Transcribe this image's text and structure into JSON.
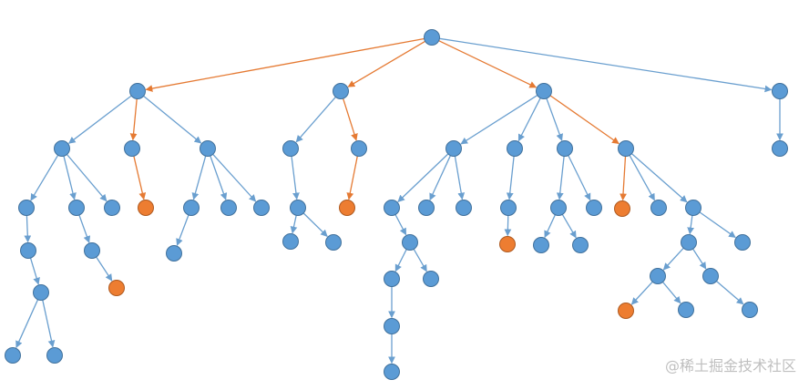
{
  "colors": {
    "normal_node_fill": "#5b9bd5",
    "normal_node_stroke": "#41719c",
    "highlight_node_fill": "#ed7d31",
    "highlight_node_stroke": "#ae5a21",
    "normal_edge": "#6a9fcf",
    "highlight_edge": "#e57a33"
  },
  "tree": {
    "nodes": [
      {
        "id": "root",
        "state": "normal"
      },
      {
        "id": "a",
        "state": "normal"
      },
      {
        "id": "b",
        "state": "normal"
      },
      {
        "id": "c",
        "state": "normal"
      },
      {
        "id": "d",
        "state": "normal"
      },
      {
        "id": "a1",
        "state": "normal"
      },
      {
        "id": "a2",
        "state": "normal"
      },
      {
        "id": "a3",
        "state": "normal"
      },
      {
        "id": "a1a",
        "state": "normal"
      },
      {
        "id": "a1b",
        "state": "normal"
      },
      {
        "id": "a1c",
        "state": "normal"
      },
      {
        "id": "a1a1",
        "state": "normal"
      },
      {
        "id": "a1a1a",
        "state": "normal"
      },
      {
        "id": "a1a1a1",
        "state": "normal"
      },
      {
        "id": "a1a1a2",
        "state": "normal"
      },
      {
        "id": "a1b1",
        "state": "normal"
      },
      {
        "id": "a1b1a",
        "state": "target"
      },
      {
        "id": "a2a",
        "state": "target"
      },
      {
        "id": "a3a",
        "state": "normal"
      },
      {
        "id": "a3b",
        "state": "normal"
      },
      {
        "id": "a3c",
        "state": "normal"
      },
      {
        "id": "a3a1",
        "state": "normal"
      },
      {
        "id": "b1",
        "state": "normal"
      },
      {
        "id": "b2",
        "state": "normal"
      },
      {
        "id": "b1a",
        "state": "normal"
      },
      {
        "id": "b1a1",
        "state": "normal"
      },
      {
        "id": "b1a2",
        "state": "normal"
      },
      {
        "id": "b2a",
        "state": "target"
      },
      {
        "id": "c1",
        "state": "normal"
      },
      {
        "id": "c2",
        "state": "normal"
      },
      {
        "id": "c3",
        "state": "normal"
      },
      {
        "id": "c4",
        "state": "normal"
      },
      {
        "id": "c1a",
        "state": "normal"
      },
      {
        "id": "c1b",
        "state": "normal"
      },
      {
        "id": "c1c",
        "state": "normal"
      },
      {
        "id": "c1a1",
        "state": "normal"
      },
      {
        "id": "c1a1a",
        "state": "normal"
      },
      {
        "id": "c1a1b",
        "state": "normal"
      },
      {
        "id": "c1a1a1",
        "state": "normal"
      },
      {
        "id": "c1a1a1a",
        "state": "normal"
      },
      {
        "id": "c2a",
        "state": "normal"
      },
      {
        "id": "c2a1",
        "state": "target"
      },
      {
        "id": "c3a",
        "state": "normal"
      },
      {
        "id": "c3b",
        "state": "normal"
      },
      {
        "id": "c3a1",
        "state": "normal"
      },
      {
        "id": "c3a2",
        "state": "normal"
      },
      {
        "id": "c4a",
        "state": "target"
      },
      {
        "id": "c4b",
        "state": "normal"
      },
      {
        "id": "c4c",
        "state": "normal"
      },
      {
        "id": "c4c1",
        "state": "normal"
      },
      {
        "id": "c4c2",
        "state": "normal"
      },
      {
        "id": "c4c1a",
        "state": "normal"
      },
      {
        "id": "c4c1b",
        "state": "normal"
      },
      {
        "id": "c4c1a1",
        "state": "target"
      },
      {
        "id": "c4c1a2",
        "state": "normal"
      },
      {
        "id": "c4c1b1",
        "state": "normal"
      },
      {
        "id": "d1",
        "state": "normal"
      }
    ],
    "edges": [
      {
        "from": "root",
        "to": "a",
        "state": "highlight"
      },
      {
        "from": "root",
        "to": "b",
        "state": "highlight"
      },
      {
        "from": "root",
        "to": "c",
        "state": "highlight"
      },
      {
        "from": "root",
        "to": "d",
        "state": "normal"
      },
      {
        "from": "a",
        "to": "a1",
        "state": "normal"
      },
      {
        "from": "a",
        "to": "a2",
        "state": "highlight"
      },
      {
        "from": "a",
        "to": "a3",
        "state": "normal"
      },
      {
        "from": "a1",
        "to": "a1a",
        "state": "normal"
      },
      {
        "from": "a1",
        "to": "a1b",
        "state": "normal"
      },
      {
        "from": "a1",
        "to": "a1c",
        "state": "normal"
      },
      {
        "from": "a1a",
        "to": "a1a1",
        "state": "normal"
      },
      {
        "from": "a1a1",
        "to": "a1a1a",
        "state": "normal"
      },
      {
        "from": "a1a1a",
        "to": "a1a1a1",
        "state": "normal"
      },
      {
        "from": "a1a1a",
        "to": "a1a1a2",
        "state": "normal"
      },
      {
        "from": "a1b",
        "to": "a1b1",
        "state": "normal"
      },
      {
        "from": "a1b1",
        "to": "a1b1a",
        "state": "normal"
      },
      {
        "from": "a2",
        "to": "a2a",
        "state": "highlight"
      },
      {
        "from": "a3",
        "to": "a3a",
        "state": "normal"
      },
      {
        "from": "a3",
        "to": "a3b",
        "state": "normal"
      },
      {
        "from": "a3",
        "to": "a3c",
        "state": "normal"
      },
      {
        "from": "a3a",
        "to": "a3a1",
        "state": "normal"
      },
      {
        "from": "b",
        "to": "b1",
        "state": "normal"
      },
      {
        "from": "b",
        "to": "b2",
        "state": "highlight"
      },
      {
        "from": "b1",
        "to": "b1a",
        "state": "normal"
      },
      {
        "from": "b1a",
        "to": "b1a1",
        "state": "normal"
      },
      {
        "from": "b1a",
        "to": "b1a2",
        "state": "normal"
      },
      {
        "from": "b2",
        "to": "b2a",
        "state": "highlight"
      },
      {
        "from": "c",
        "to": "c1",
        "state": "normal"
      },
      {
        "from": "c",
        "to": "c2",
        "state": "normal"
      },
      {
        "from": "c",
        "to": "c3",
        "state": "normal"
      },
      {
        "from": "c",
        "to": "c4",
        "state": "highlight"
      },
      {
        "from": "c1",
        "to": "c1a",
        "state": "normal"
      },
      {
        "from": "c1",
        "to": "c1b",
        "state": "normal"
      },
      {
        "from": "c1",
        "to": "c1c",
        "state": "normal"
      },
      {
        "from": "c1a",
        "to": "c1a1",
        "state": "normal"
      },
      {
        "from": "c1a1",
        "to": "c1a1a",
        "state": "normal"
      },
      {
        "from": "c1a1",
        "to": "c1a1b",
        "state": "normal"
      },
      {
        "from": "c1a1a",
        "to": "c1a1a1",
        "state": "normal"
      },
      {
        "from": "c1a1a1",
        "to": "c1a1a1a",
        "state": "normal"
      },
      {
        "from": "c2",
        "to": "c2a",
        "state": "normal"
      },
      {
        "from": "c2a",
        "to": "c2a1",
        "state": "normal"
      },
      {
        "from": "c3",
        "to": "c3a",
        "state": "normal"
      },
      {
        "from": "c3",
        "to": "c3b",
        "state": "normal"
      },
      {
        "from": "c3a",
        "to": "c3a1",
        "state": "normal"
      },
      {
        "from": "c3a",
        "to": "c3a2",
        "state": "normal"
      },
      {
        "from": "c4",
        "to": "c4a",
        "state": "highlight"
      },
      {
        "from": "c4",
        "to": "c4b",
        "state": "normal"
      },
      {
        "from": "c4",
        "to": "c4c",
        "state": "normal"
      },
      {
        "from": "c4c",
        "to": "c4c1",
        "state": "normal"
      },
      {
        "from": "c4c",
        "to": "c4c2",
        "state": "normal"
      },
      {
        "from": "c4c1",
        "to": "c4c1a",
        "state": "normal"
      },
      {
        "from": "c4c1",
        "to": "c4c1b",
        "state": "normal"
      },
      {
        "from": "c4c1a",
        "to": "c4c1a1",
        "state": "normal"
      },
      {
        "from": "c4c1a",
        "to": "c4c1a2",
        "state": "normal"
      },
      {
        "from": "c4c1b",
        "to": "c4c1b1",
        "state": "normal"
      },
      {
        "from": "d",
        "to": "d1",
        "state": "normal"
      }
    ]
  },
  "watermark": {
    "text": "@稀土掘金技术社区"
  }
}
